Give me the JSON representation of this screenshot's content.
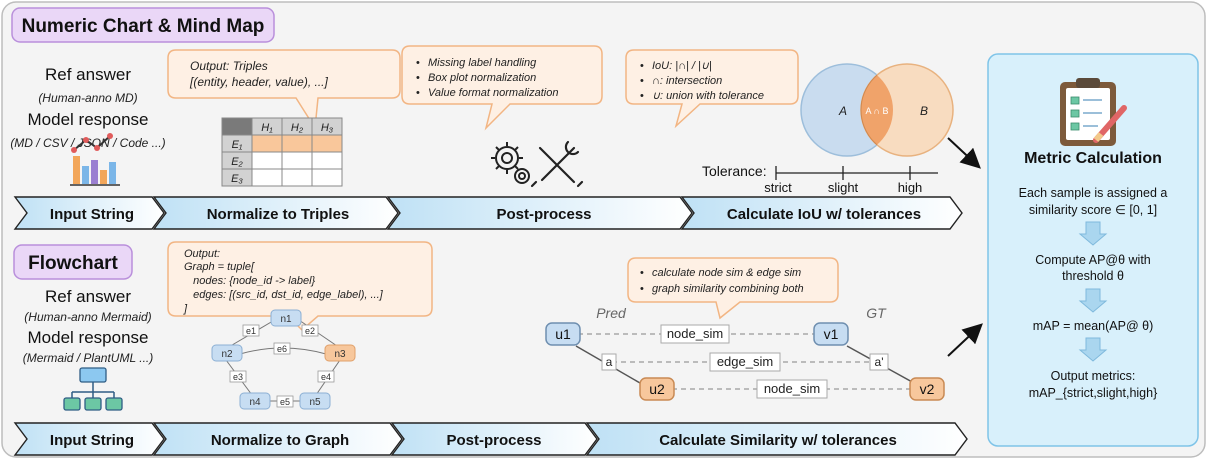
{
  "top": {
    "title": "Numeric Chart & Mind Map",
    "ref_answer": "Ref answer",
    "ref_note": "(Human-anno MD)",
    "model_response": "Model response",
    "model_note": "(MD / CSV / JSON / Code ...)",
    "triples_bubble": {
      "line1": "Output: Triples",
      "line2": "[(entity, header, value), ...]"
    },
    "table": {
      "headers": [
        "H₁",
        "H₂",
        "H₃"
      ],
      "rows": [
        "E₁",
        "E₂",
        "E₃"
      ]
    },
    "postprocess_bubble": [
      "Missing label handling",
      "Box plot normalization",
      "Value format normalization"
    ],
    "iou_bubble": [
      "IoU: |∩| / |∪|",
      "∩: intersection",
      "∪: union with tolerance"
    ],
    "venn": {
      "a": "A",
      "b": "B",
      "intersection": "A ∩ B"
    },
    "tolerance": {
      "label": "Tolerance:",
      "levels": [
        "strict",
        "slight",
        "high"
      ]
    },
    "steps": [
      "Input String",
      "Normalize to Triples",
      "Post-process",
      "Calculate IoU w/ tolerances"
    ]
  },
  "bottom": {
    "title": "Flowchart",
    "ref_answer": "Ref answer",
    "ref_note": "(Human-anno Mermaid)",
    "model_response": "Model response",
    "model_note": "(Mermaid / PlantUML ...)",
    "graph_bubble": [
      "Output:",
      "Graph = tuple[",
      "   nodes: {node_id -> label}",
      "   edges: [(src_id, dst_id, edge_label), ...]",
      "]"
    ],
    "graph": {
      "nodes": [
        "n1",
        "n2",
        "n3",
        "n4",
        "n5"
      ],
      "edges": [
        "e1",
        "e2",
        "e6",
        "e3",
        "e4",
        "e5"
      ]
    },
    "sim_bubble": [
      "calculate node sim & edge sim",
      "graph similarity combining both"
    ],
    "matching": {
      "pred": "Pred",
      "gt": "GT",
      "u1": "u1",
      "u2": "u2",
      "v1": "v1",
      "v2": "v2",
      "node_sim": "node_sim",
      "edge_sim": "edge_sim",
      "a": "a",
      "a_prime": "a'"
    },
    "steps": [
      "Input String",
      "Normalize to Graph",
      "Post-process",
      "Calculate Similarity w/ tolerances"
    ]
  },
  "metric": {
    "title": "Metric Calculation",
    "step1": [
      "Each sample is assigned a",
      "similarity score ∈ [0, 1]"
    ],
    "step2": [
      "Compute AP@θ with",
      "threshold θ"
    ],
    "step3": "mAP = mean(AP@ θ)",
    "step4": [
      "Output metrics:",
      "mAP_{strict,slight,high}"
    ]
  },
  "colors": {
    "title_fill": "#ead7f7",
    "title_stroke": "#b98fdb",
    "bubble_fill": "#fef0e4",
    "bubble_stroke": "#f2b583",
    "step_fill": "#d3ebf8",
    "node_blue": "#c7ddf2",
    "node_orange": "#f7c79c",
    "metric_fill": "#d8f0fb",
    "metric_stroke": "#7fc4e8"
  }
}
